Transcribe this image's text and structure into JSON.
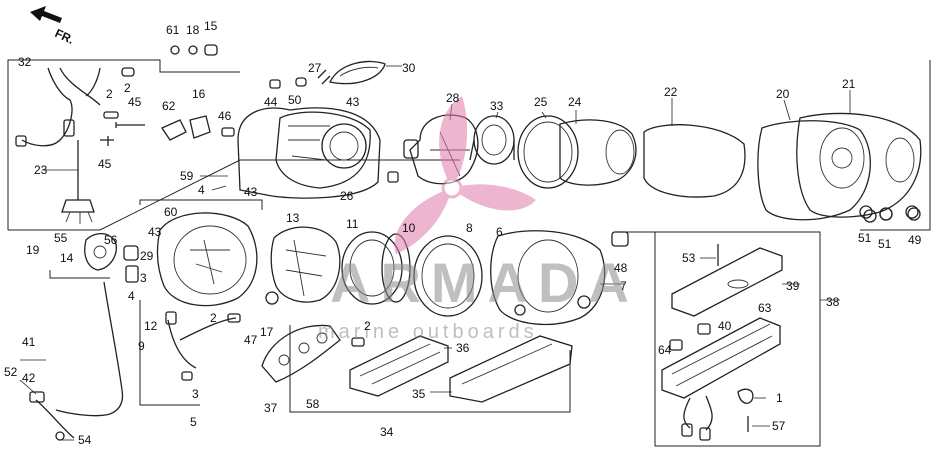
{
  "direction": {
    "label": "FR."
  },
  "labels": [
    "61",
    "18",
    "15",
    "32",
    "27",
    "30",
    "44",
    "50",
    "43",
    "28",
    "33",
    "25",
    "24",
    "22",
    "20",
    "21",
    "2",
    "45",
    "62",
    "16",
    "46",
    "23",
    "59",
    "4",
    "43",
    "26",
    "45",
    "13",
    "11",
    "10",
    "8",
    "6",
    "19",
    "55",
    "56",
    "60",
    "43",
    "14",
    "29",
    "3",
    "4",
    "12",
    "9",
    "2",
    "17",
    "47",
    "48",
    "7",
    "53",
    "39",
    "38",
    "51",
    "51",
    "49",
    "63",
    "40",
    "64",
    "1",
    "57",
    "41",
    "52",
    "42",
    "54",
    "36",
    "35",
    "37",
    "58",
    "34",
    "5",
    "3",
    "2",
    "2"
  ],
  "watermark": {
    "brand": "ARMADA",
    "subtitle": "marine outboards"
  },
  "colors": {
    "line": "#222222",
    "watermark_text": "#8a8a8a",
    "watermark_logo": "#e07aa8"
  }
}
